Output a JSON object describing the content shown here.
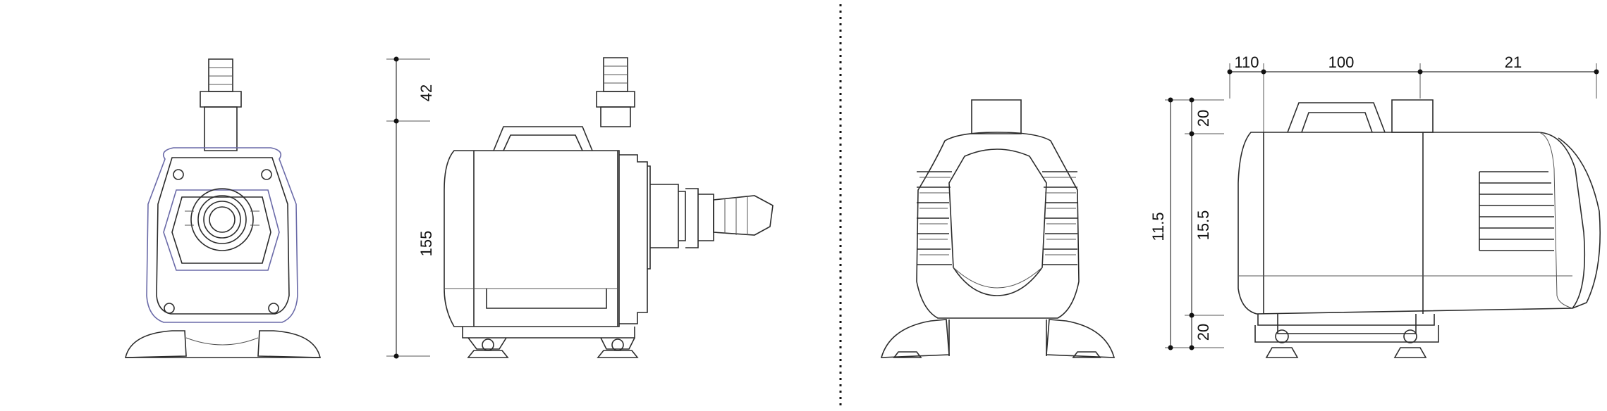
{
  "dimensions": {
    "left_side_height_top": "42",
    "left_side_height_main": "155",
    "right_top_a": "110",
    "right_top_b": "100",
    "right_top_c": "21",
    "right_height_total": "11.5",
    "right_height_top": "20",
    "right_height_mid": "15.5",
    "right_height_bottom": "20"
  },
  "colors": {
    "line": "#2b2b2b",
    "front_outline": "#6a6aa8",
    "separator": "#111111"
  }
}
